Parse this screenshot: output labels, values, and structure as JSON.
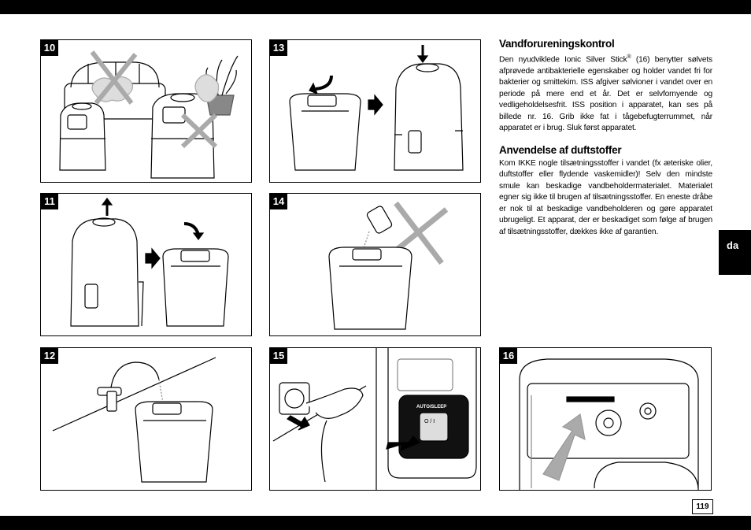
{
  "panels": [
    {
      "number": "10"
    },
    {
      "number": "13"
    },
    {
      "number": "11"
    },
    {
      "number": "14"
    },
    {
      "number": "12"
    },
    {
      "number": "15"
    },
    {
      "number": "16"
    }
  ],
  "device_panel": {
    "auto_sleep_label": "AUTO/SLEEP",
    "power_label": "O / I"
  },
  "section1": {
    "heading": "Vandforureningskontrol",
    "body_pre": "Den nyudviklede Ionic Silver Stick",
    "body_sup": "®",
    "body_post": " (16) benytter sølvets afprøvede antibakterielle egenskaber og holder vandet fri for bakterier og smittekim. ISS afgiver sølvioner i vandet over en periode på mere end et år. Det er selvfornyende og vedligeholdelsesfrit. ISS position i apparatet, kan ses på billede nr. 16. Grib ikke fat i tågebefugterrummet, når apparatet er i brug. Sluk først apparatet."
  },
  "section2": {
    "heading": "Anvendelse af duftstoffer",
    "body": "Kom IKKE nogle tilsætningsstoffer i vandet (fx æteriske olier, duftstoffer eller flydende vaskemidler)! Selv den mindste smule kan beskadige vandbeholdermaterialet. Materialet egner sig ikke til brugen af tilsætningsstoffer. En eneste dråbe er nok til at beskadige vandbeholderen og gøre apparatet ubrugeligt. Et apparat, der er beskadiget som følge af brugen af tilsætningsstoffer, dækkes ikke af garantien."
  },
  "language_tab": "da",
  "page_number": "119"
}
